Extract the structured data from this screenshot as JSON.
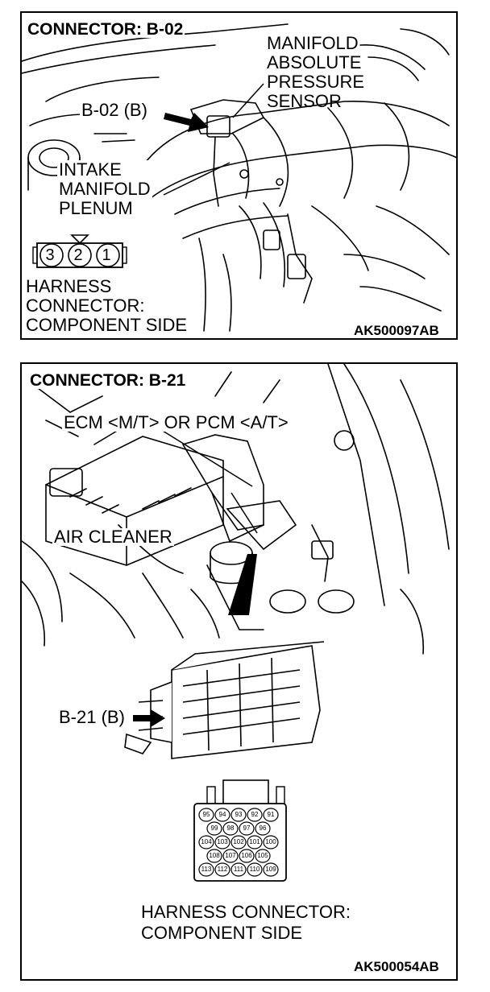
{
  "panel1": {
    "title": "CONNECTOR: B-02",
    "sensor_label": [
      "MANIFOLD",
      "ABSOLUTE",
      "PRESSURE",
      "SENSOR"
    ],
    "connector_callout": "B-02 (B)",
    "plenum_label": [
      "INTAKE",
      "MANIFOLD",
      "PLENUM"
    ],
    "pins": [
      "3",
      "2",
      "1"
    ],
    "harness_label": [
      "HARNESS",
      "CONNECTOR:",
      "COMPONENT SIDE"
    ],
    "figure_code": "AK500097AB"
  },
  "panel2": {
    "title": "CONNECTOR: B-21",
    "module_label": "ECM <M/T> OR PCM <A/T>",
    "air_cleaner_label": "AIR CLEANER",
    "connector_callout": "B-21 (B)",
    "pin_rows": [
      [
        "95",
        "94",
        "93",
        "92",
        "91"
      ],
      [
        "99",
        "98",
        "97",
        "96"
      ],
      [
        "104",
        "103",
        "102",
        "101",
        "100"
      ],
      [
        "108",
        "107",
        "106",
        "105"
      ],
      [
        "113",
        "112",
        "111",
        "110",
        "109"
      ]
    ],
    "harness_label": [
      "HARNESS CONNECTOR:",
      "COMPONENT SIDE"
    ],
    "figure_code": "AK500054AB"
  }
}
